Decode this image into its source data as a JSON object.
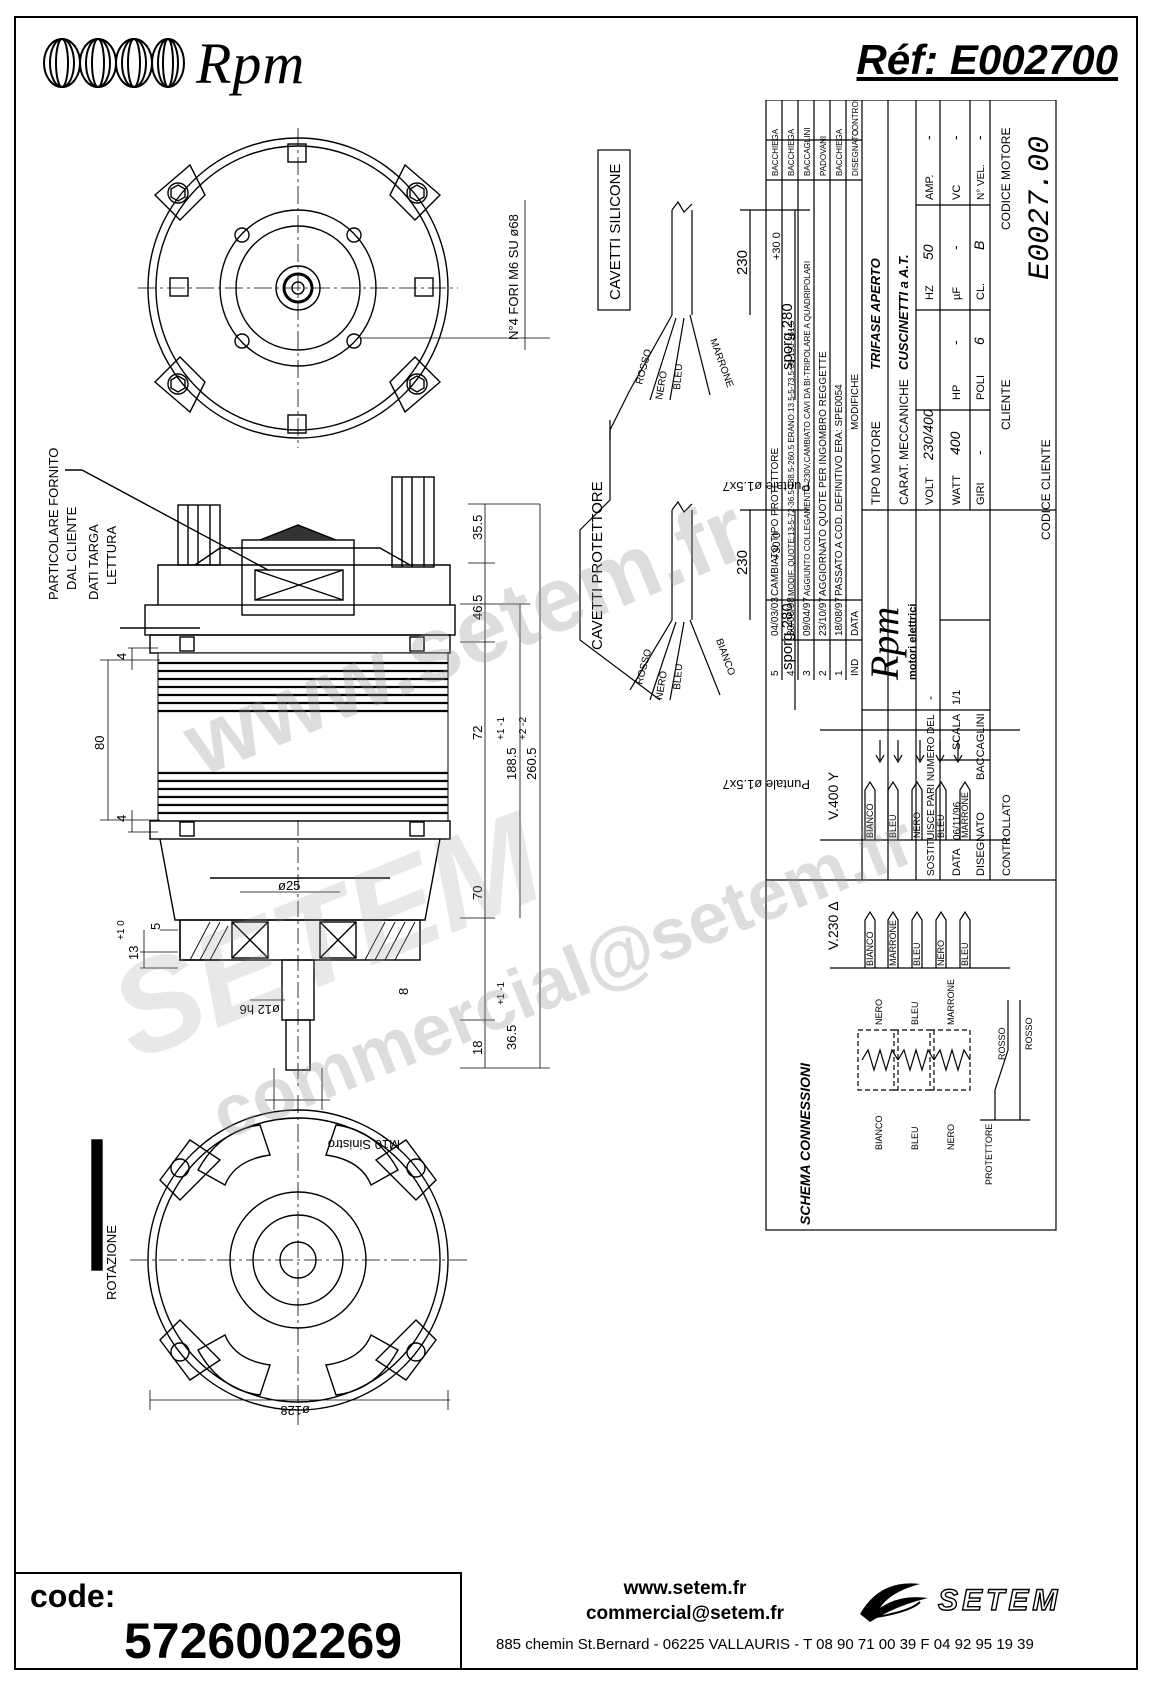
{
  "header": {
    "brand": "Rpm",
    "reference": "Réf:  E002700"
  },
  "drawing": {
    "hole_note": "N°4 FORI M6 SU ø68",
    "cable_silicone": "CAVETTI SILICONE",
    "cable_protector": "CAVETTI PROTETTORE",
    "customer_part": [
      "PARTICOLARE FORNITO",
      "DAL CLIENTE"
    ],
    "plate_label": [
      "DATI TARGA",
      "LETTURA"
    ],
    "thread_note": "M10 Sinistro",
    "rotation_label": "ROTAZIONE",
    "dimensions": {
      "d_35_5": "35.5",
      "d_46_5": "46.5",
      "d_72": "72",
      "d_188_5": "188.5",
      "d_188_5_tol": "+1 -1",
      "d_260_5": "260.5",
      "d_260_5_tol": "+2 -2",
      "d_70": "70",
      "d_36_5": "36.5",
      "d_36_5_tol": "+1 -1",
      "d_18": "18",
      "d_80": "80",
      "d_4a": "4",
      "d_4b": "4",
      "d_5": "5",
      "d_13": "13",
      "d_13_tol": "+1 0",
      "d_8": "8",
      "d_phi25": "ø25",
      "d_phi12": "ø12 h6",
      "d_phi128": "ø128",
      "cable_230": "230",
      "cable_sporg": "sporg.280",
      "cable_tol": "+30 0",
      "puntale": "Puntale ø1.5x7"
    },
    "wires_top": [
      "ROSSO",
      "NERO",
      "BLEU",
      "MARRONE"
    ],
    "wires_bottom": [
      "ROSSO",
      "NERO",
      "BLEU",
      "BIANCO"
    ]
  },
  "title_block": {
    "revisions": [
      {
        "n": "5",
        "date": "04/03/03",
        "text": "CAMBIATO TIPO PROTETTORE",
        "by": "BACCHIEGA"
      },
      {
        "n": "4",
        "date": "30/06/98",
        "text": "MODIF. QUOTE:13-5-72-36.5-188.5-260.5 ERANO:13.5-5-73.5-36-190-261.5",
        "by": "BACCHIEGA"
      },
      {
        "n": "3",
        "date": "09/04/97",
        "text": "AGGIUNTO COLLEGAMENTO 230V,CAMBIATO CAVI DA BI-TRIPOLARE A QUADRIPOLARI",
        "by": "BACCAGLINI"
      },
      {
        "n": "2",
        "date": "23/10/97",
        "text": "AGGIORNATO QUOTE PER INGOMBRO REGGETTE",
        "by": "PADOVANI"
      },
      {
        "n": "1",
        "date": "18/08/97",
        "text": "PASSATO A COD. DEFINITIVO ERA: SPE0054",
        "by": "BACCHIEGA"
      }
    ],
    "rev_header": {
      "n": "IND",
      "date": "DATA",
      "text": "MODIFICHE",
      "by": "DISEGNATO",
      "check": "CONTROLLATO"
    },
    "company": "Rpm",
    "company_sub": "motori elettrici",
    "motor_type_label": "TIPO MOTORE",
    "motor_type": "TRIFASE APERTO",
    "mech_label": "CARAT. MECCANICHE",
    "mech_value": "CUSCINETTI a A.T.",
    "volt_label": "VOLT",
    "volt": "230/400",
    "hz_label": "HZ",
    "hz": "50",
    "amp_label": "AMP.",
    "amp": "-",
    "watt_label": "WATT",
    "watt": "400",
    "hp_label": "HP",
    "hp": "-",
    "uf_label": "µF",
    "uf": "-",
    "vc_label": "VC",
    "vc": "-",
    "giri_label": "GIRI",
    "giri": "-",
    "poli_label": "POLI",
    "poli": "6",
    "cl_label": "CL.",
    "cl": "B",
    "nvel_label": "N° VEL.",
    "nvel": "-",
    "sost_label": "SOSTITUISCE PARI NUMERO DEL",
    "sost": "-",
    "data_label": "DATA",
    "data": "06/11/96",
    "scala_label": "SCALA",
    "scala": "1/1",
    "cliente_label": "CLIENTE",
    "disegnato_label": "DISEGNATO",
    "disegnato": "BACCAGLINI",
    "controllato_label": "CONTROLLATO",
    "codice_cliente_label": "CODICE CLIENTE",
    "codice_motore_label": "CODICE MOTORE",
    "codice_motore": "E0027.00"
  },
  "schema": {
    "title": "SCHEMA CONNESSIONI",
    "v400": "V.400 Y",
    "v230": "V.230 Δ",
    "terms_400": [
      "BIANCO",
      "BLEU",
      "NERO",
      "BLEU",
      "MARRONE"
    ],
    "terms_230": [
      "BIANCO",
      "MARRONE",
      "BLEU",
      "NERO",
      "BLEU"
    ],
    "winding_top": [
      "NERO",
      "BLEU",
      "MARRONE"
    ],
    "winding_bottom": [
      "BIANCO",
      "BLEU",
      "NERO"
    ],
    "protector": "PROTETTORE",
    "rosso": [
      "ROSSO",
      "ROSSO"
    ]
  },
  "footer": {
    "code_label": "code:",
    "code_value": "5726002269",
    "web": "www.setem.fr",
    "email": "commercial@setem.fr",
    "address": "885 chemin St.Bernard  -  06225 VALLAURIS  -  T 08 90 71 00 39   F 04 92 95 19 39",
    "setem_logo": "SETEM"
  },
  "watermark": {
    "web": "www.setem.fr",
    "brand": "SETEM",
    "email": "commercial@setem.fr"
  }
}
